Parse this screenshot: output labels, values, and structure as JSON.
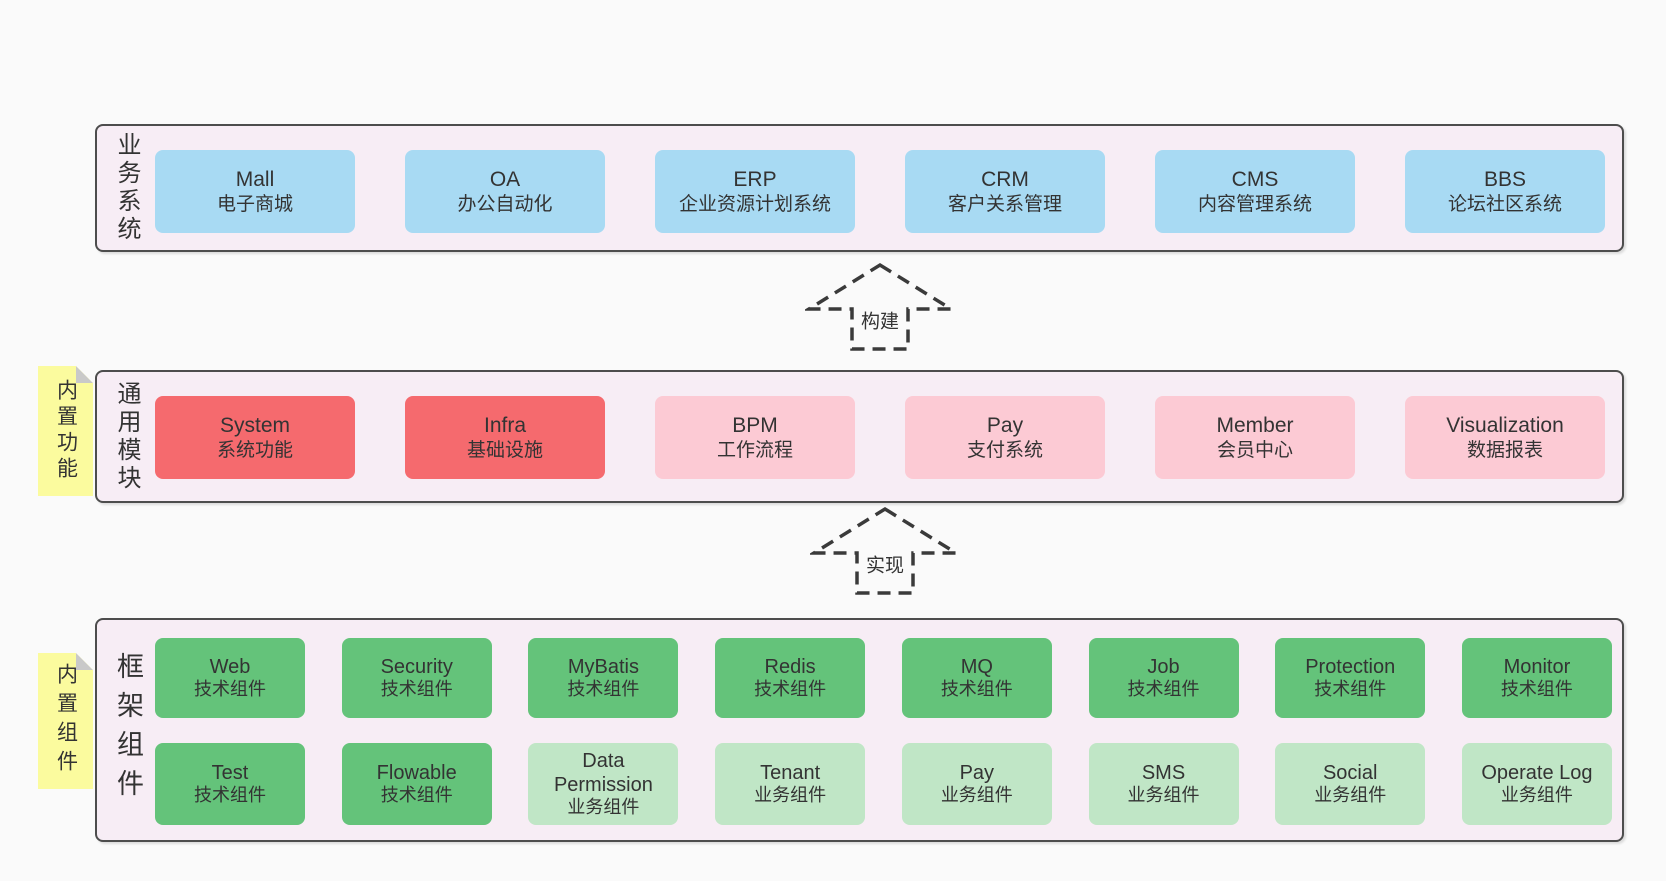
{
  "colors": {
    "page_bg": "#fafafa",
    "band_bg": "#f7edf5",
    "band_border": "#4d4d4d",
    "blue_node": "#a8daf3",
    "red_node": "#f56a6e",
    "pink_node": "#fccad4",
    "green_node": "#64c37a",
    "green_light_node": "#c0e6c6",
    "sticky_bg": "#fbfb9e",
    "sticky_fold": "#c9c9c9",
    "text": "#333333"
  },
  "arrows": [
    {
      "label": "构建"
    },
    {
      "label": "实现"
    }
  ],
  "sections": {
    "business": {
      "label": "业务系统",
      "items": [
        {
          "name": "Mall",
          "desc": "电子商城"
        },
        {
          "name": "OA",
          "desc": "办公自动化"
        },
        {
          "name": "ERP",
          "desc": "企业资源计划系统"
        },
        {
          "name": "CRM",
          "desc": "客户关系管理"
        },
        {
          "name": "CMS",
          "desc": "内容管理系统"
        },
        {
          "name": "BBS",
          "desc": "论坛社区系统"
        }
      ]
    },
    "modules": {
      "label": "通用模块",
      "sticky": "内置功能",
      "items": [
        {
          "name": "System",
          "desc": "系统功能"
        },
        {
          "name": "Infra",
          "desc": "基础设施"
        },
        {
          "name": "BPM",
          "desc": "工作流程"
        },
        {
          "name": "Pay",
          "desc": "支付系统"
        },
        {
          "name": "Member",
          "desc": "会员中心"
        },
        {
          "name": "Visualization",
          "desc": "数据报表"
        }
      ]
    },
    "components": {
      "label": "框架组件",
      "sticky": "内置组件",
      "row1": [
        {
          "name": "Web",
          "desc": "技术组件"
        },
        {
          "name": "Security",
          "desc": "技术组件"
        },
        {
          "name": "MyBatis",
          "desc": "技术组件"
        },
        {
          "name": "Redis",
          "desc": "技术组件"
        },
        {
          "name": "MQ",
          "desc": "技术组件"
        },
        {
          "name": "Job",
          "desc": "技术组件"
        },
        {
          "name": "Protection",
          "desc": "技术组件"
        },
        {
          "name": "Monitor",
          "desc": "技术组件"
        }
      ],
      "row2": [
        {
          "name": "Test",
          "desc": "技术组件"
        },
        {
          "name": "Flowable",
          "desc": "技术组件"
        },
        {
          "name": "Data Permission",
          "desc": "业务组件"
        },
        {
          "name": "Tenant",
          "desc": "业务组件"
        },
        {
          "name": "Pay",
          "desc": "业务组件"
        },
        {
          "name": "SMS",
          "desc": "业务组件"
        },
        {
          "name": "Social",
          "desc": "业务组件"
        },
        {
          "name": "Operate Log",
          "desc": "业务组件"
        }
      ]
    }
  }
}
